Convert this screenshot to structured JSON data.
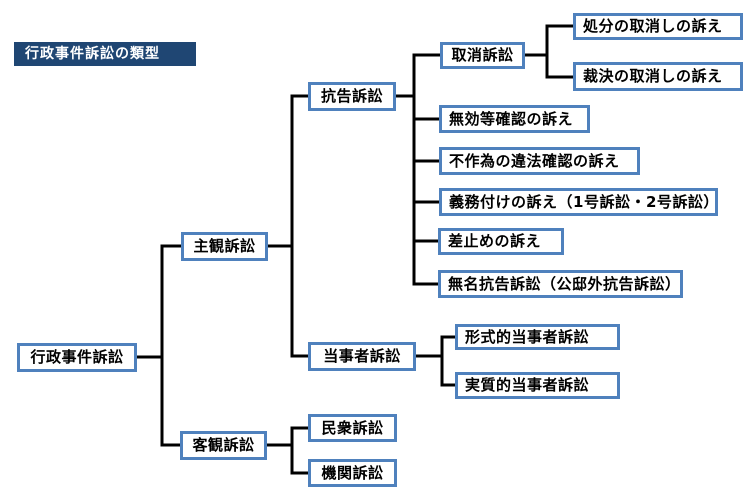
{
  "title": "行政事件訴訟の類型",
  "colors": {
    "box_border": "#4f81bd",
    "title_background": "#1f4673",
    "title_text": "#ffffff",
    "box_background": "#ffffff",
    "connector_line": "#000000",
    "box_text": "#000000"
  },
  "hierarchy": {
    "label": "行政事件訴訟",
    "children": [
      {
        "label": "主観訴訟",
        "children": [
          {
            "label": "抗告訴訟",
            "children": [
              {
                "label": "取消訴訟",
                "children": [
                  {
                    "label": "処分の取消しの訴え"
                  },
                  {
                    "label": "裁決の取消しの訴え"
                  }
                ]
              },
              {
                "label": "無効等確認の訴え"
              },
              {
                "label": "不作為の違法確認の訴え"
              },
              {
                "label": "義務付けの訴え（1号訴訟・2号訴訟）"
              },
              {
                "label": "差止めの訴え"
              },
              {
                "label": "無名抗告訴訟（公邸外抗告訴訟）"
              }
            ]
          },
          {
            "label": "当事者訴訟",
            "children": [
              {
                "label": "形式的当事者訴訟"
              },
              {
                "label": "実質的当事者訴訟"
              }
            ]
          }
        ]
      },
      {
        "label": "客観訴訟",
        "children": [
          {
            "label": "民衆訴訟"
          },
          {
            "label": "機関訴訟"
          }
        ]
      }
    ]
  }
}
